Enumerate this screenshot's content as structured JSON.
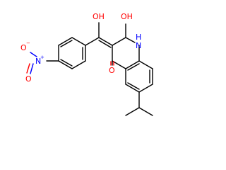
{
  "colors": {
    "oxygen": "#ff0000",
    "nitrogen": "#0000ff",
    "carbon_bond": "#000000",
    "background": "#ffffff"
  },
  "labels": {
    "oh_top": "OH",
    "oh_right": "OH",
    "nh": "N",
    "h_of_nh": "H",
    "o_ketone": "O",
    "n_nitro": "N",
    "n_charge": "+",
    "o_nitro_top": "O",
    "o_nitro_bottom": "O",
    "o_charge": "−"
  }
}
